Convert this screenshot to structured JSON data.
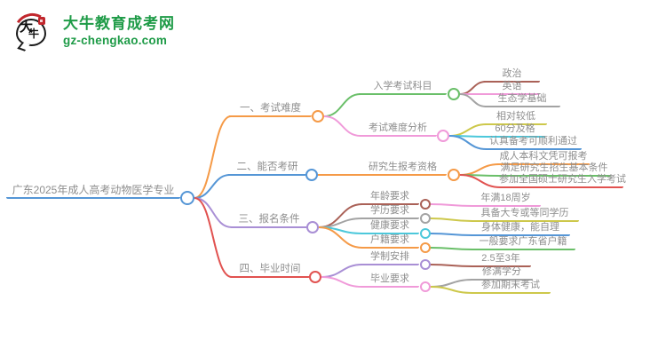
{
  "logo": {
    "icon_char_top": "大",
    "icon_char_bottom": "牛",
    "title": "大牛教育成考网",
    "subtitle": "gz-chengkao.com",
    "brand_green": "#1e9b47",
    "seal_red": "#c1272d"
  },
  "palette": {
    "orange": "#f59a47",
    "blue": "#5596d6",
    "purple": "#a98fd5",
    "red": "#e15250",
    "green": "#6abf69",
    "pink": "#f09ad9",
    "brown": "#aa6157",
    "gray": "#a3a3a3",
    "olive": "#cdc84b",
    "cyan": "#4cc8db",
    "text_gray": "#8e8e8e"
  },
  "mindmap": {
    "nodes": [
      {
        "id": "root",
        "label": "广东2025年成人高考动物医学专业",
        "color": "blue"
      },
      {
        "id": "b1",
        "label": "一、考试难度",
        "color": "orange"
      },
      {
        "id": "n11",
        "label": "入学考试科目",
        "color": "green"
      },
      {
        "id": "l111",
        "label": "政治",
        "color": "brown"
      },
      {
        "id": "l112",
        "label": "英语",
        "color": "pink"
      },
      {
        "id": "l113",
        "label": "生态学基础",
        "color": "gray"
      },
      {
        "id": "n12",
        "label": "考试难度分析",
        "color": "pink"
      },
      {
        "id": "l121",
        "label": "相对较低",
        "color": "olive"
      },
      {
        "id": "l122",
        "label": "60分及格",
        "color": "cyan"
      },
      {
        "id": "l123",
        "label": "认真备考可顺利通过",
        "color": "blue"
      },
      {
        "id": "b2",
        "label": "二、能否考研",
        "color": "blue"
      },
      {
        "id": "n21",
        "label": "研究生报考资格",
        "color": "orange"
      },
      {
        "id": "l211",
        "label": "成人本科文凭可报考",
        "color": "orange"
      },
      {
        "id": "l212",
        "label": "满足研究生招生基本条件",
        "color": "green"
      },
      {
        "id": "l213",
        "label": "参加全国硕士研究生入学考试",
        "color": "red"
      },
      {
        "id": "b3",
        "label": "三、报名条件",
        "color": "purple"
      },
      {
        "id": "n31",
        "label": "年龄要求",
        "color": "brown"
      },
      {
        "id": "l311",
        "label": "年满18周岁",
        "color": "pink"
      },
      {
        "id": "n32",
        "label": "学历要求",
        "color": "gray"
      },
      {
        "id": "l312",
        "label": "具备大专或等同学历",
        "color": "olive"
      },
      {
        "id": "n33",
        "label": "健康要求",
        "color": "cyan"
      },
      {
        "id": "l313",
        "label": "身体健康，能自理",
        "color": "blue"
      },
      {
        "id": "n34",
        "label": "户籍要求",
        "color": "orange"
      },
      {
        "id": "l314",
        "label": "一般要求广东省户籍",
        "color": "green"
      },
      {
        "id": "b4",
        "label": "四、毕业时间",
        "color": "red"
      },
      {
        "id": "n41",
        "label": "学制安排",
        "color": "purple"
      },
      {
        "id": "l411",
        "label": "2.5至3年",
        "color": "brown"
      },
      {
        "id": "n42",
        "label": "毕业要求",
        "color": "pink"
      },
      {
        "id": "l421",
        "label": "修满学分",
        "color": "gray"
      },
      {
        "id": "l422",
        "label": "参加期末考试",
        "color": "olive"
      }
    ]
  }
}
